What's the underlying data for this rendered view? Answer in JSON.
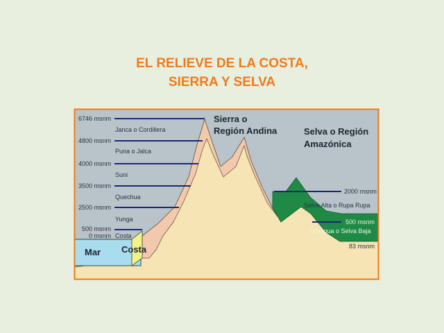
{
  "title": {
    "line1": "EL RELIEVE DE LA COSTA,",
    "line2": "SIERRA Y SELVA"
  },
  "diagram": {
    "regions": {
      "sierra": [
        "Sierra o",
        "Región Andina"
      ],
      "selva": [
        "Selva o Región",
        "Amazónica"
      ],
      "mar": "Mar",
      "costa": "Costa"
    },
    "altitudes_left": [
      "6746 msnm",
      "4800 msnm",
      "4000 msnm",
      "3500 msnm",
      "2500 msnm",
      "500 msnm",
      "0 msnm"
    ],
    "zones_left": [
      "Janca o Cordillera",
      "Puna o Jalca",
      "Suni",
      "Quechua",
      "Yunga",
      "Costa"
    ],
    "altitudes_right": [
      "2000 msnm",
      "500 msnm",
      "83 msnm"
    ],
    "zones_right": [
      "Selva Alta o Rupa Rupa",
      "Omagua o Selva Baja"
    ],
    "colors": {
      "border": "#f07a1a",
      "sky": "#b8c3ca",
      "sand": "#f6e4b4",
      "slope": "#f2c9ad",
      "sea": "#a9dcee",
      "coast": "#f4f08a",
      "jungle": "#1e8a46",
      "line": "#1b2870"
    }
  }
}
